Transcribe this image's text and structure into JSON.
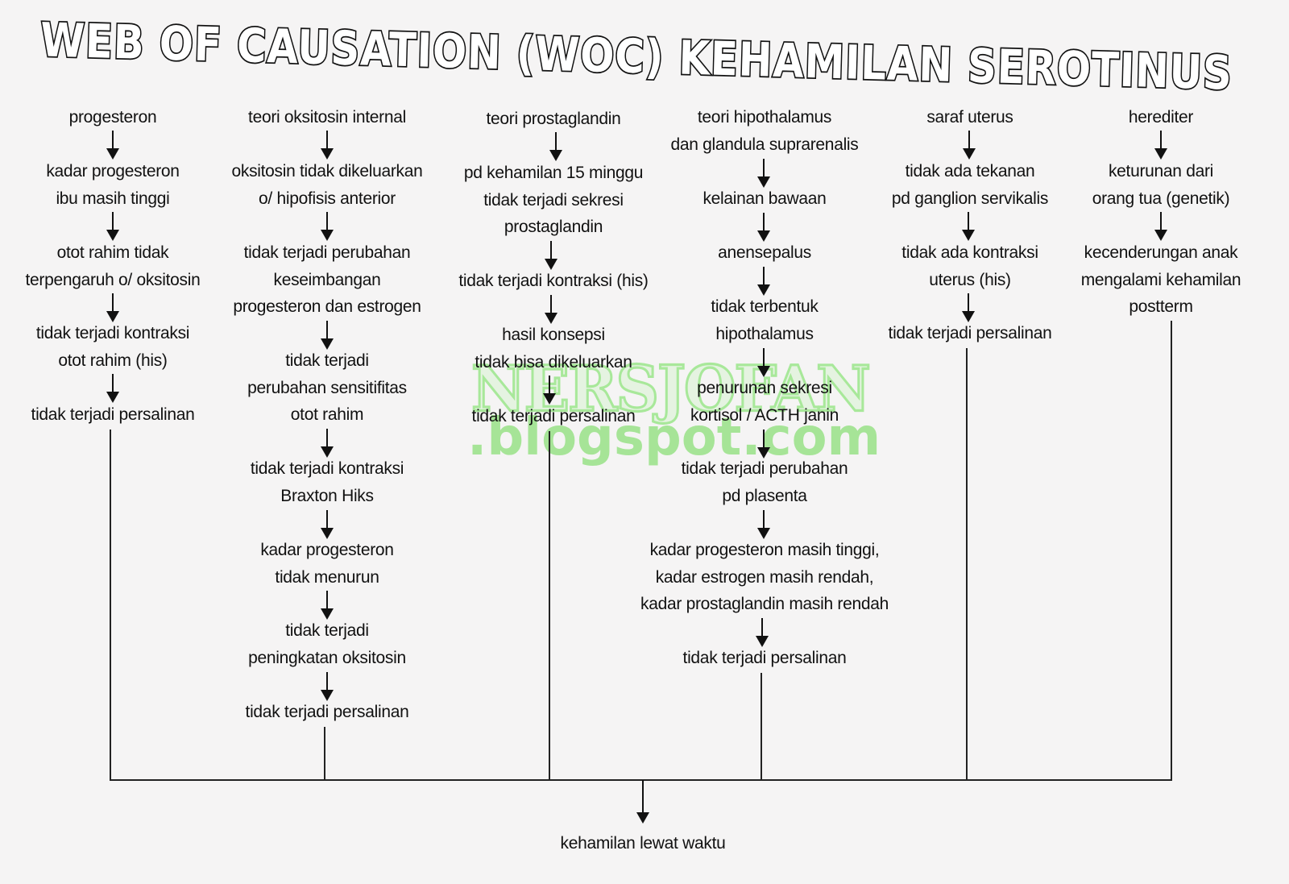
{
  "title": "WEB OF CAUSATION (WOC) KEHAMILAN SEROTINUS",
  "watermark": {
    "line1": "NERSJOFAN",
    "line2": ".blogspot.com",
    "color": "#9ee38e"
  },
  "colors": {
    "background": "#f5f4f4",
    "text": "#111111",
    "lines": "#222222"
  },
  "columns": [
    {
      "id": "progesteron",
      "nodes": [
        [
          "progesteron"
        ],
        [
          "kadar progesteron",
          "ibu masih tinggi"
        ],
        [
          "otot rahim tidak",
          "terpengaruh o/ oksitosin"
        ],
        [
          "tidak terjadi kontraksi",
          "otot rahim (his)"
        ],
        [
          "tidak terjadi persalinan"
        ]
      ]
    },
    {
      "id": "oksitosin",
      "nodes": [
        [
          "teori oksitosin internal"
        ],
        [
          "oksitosin tidak dikeluarkan",
          "o/ hipofisis anterior"
        ],
        [
          "tidak terjadi perubahan",
          "keseimbangan",
          "progesteron dan estrogen"
        ],
        [
          "tidak terjadi",
          "perubahan sensitifitas",
          "otot rahim"
        ],
        [
          "tidak terjadi kontraksi",
          "Braxton Hiks"
        ],
        [
          "kadar progesteron",
          "tidak menurun"
        ],
        [
          "tidak terjadi",
          "peningkatan oksitosin"
        ],
        [
          "tidak terjadi persalinan"
        ]
      ]
    },
    {
      "id": "prostaglandin",
      "nodes": [
        [
          "teori prostaglandin"
        ],
        [
          "pd kehamilan 15 minggu",
          "tidak terjadi sekresi",
          "prostaglandin"
        ],
        [
          "tidak terjadi kontraksi (his)"
        ],
        [
          "hasil konsepsi",
          "tidak bisa dikeluarkan"
        ],
        [
          "tidak terjadi persalinan"
        ]
      ]
    },
    {
      "id": "hipothalamus",
      "nodes": [
        [
          "teori hipothalamus",
          "dan glandula suprarenalis"
        ],
        [
          "kelainan bawaan"
        ],
        [
          "anensepalus"
        ],
        [
          "tidak terbentuk",
          "hipothalamus"
        ],
        [
          "penurunan sekresi",
          "kortisol / ACTH janin"
        ],
        [
          "tidak terjadi perubahan",
          "pd plasenta"
        ],
        [
          "kadar progesteron masih tinggi,",
          "kadar estrogen masih rendah,",
          "kadar prostaglandin masih rendah"
        ],
        [
          "tidak terjadi persalinan"
        ]
      ]
    },
    {
      "id": "saraf",
      "nodes": [
        [
          "saraf uterus"
        ],
        [
          "tidak ada tekanan",
          "pd ganglion servikalis"
        ],
        [
          "tidak ada kontraksi",
          "uterus (his)"
        ],
        [
          "tidak terjadi persalinan"
        ]
      ]
    },
    {
      "id": "herediter",
      "nodes": [
        [
          "herediter"
        ],
        [
          "keturunan dari",
          "orang tua (genetik)"
        ],
        [
          "kecenderungan anak",
          "mengalami kehamilan",
          "postterm"
        ]
      ]
    }
  ],
  "outcome": "kehamilan lewat waktu"
}
